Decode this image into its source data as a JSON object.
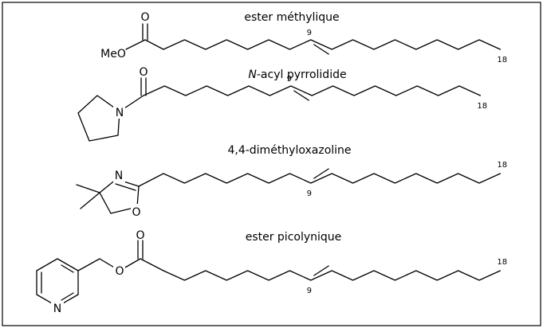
{
  "panels": [
    {
      "title": "ester méthylique",
      "head_labels": [
        "O",
        "MeO"
      ],
      "locant_double_bond": "9",
      "locant_terminal": "18"
    },
    {
      "title_prefix": "N",
      "title": "-acyl pyrrolidide",
      "head_labels": [
        "O",
        "N"
      ],
      "locant_double_bond": "9",
      "locant_terminal": "18"
    },
    {
      "title": "4,4-diméthyloxazoline",
      "head_labels": [
        "N",
        "O"
      ],
      "locant_double_bond": "9",
      "locant_terminal": "18"
    },
    {
      "title": "ester picolynique",
      "head_labels": [
        "O",
        "O",
        "N"
      ],
      "locant_double_bond": "9",
      "locant_terminal": "18"
    }
  ]
}
